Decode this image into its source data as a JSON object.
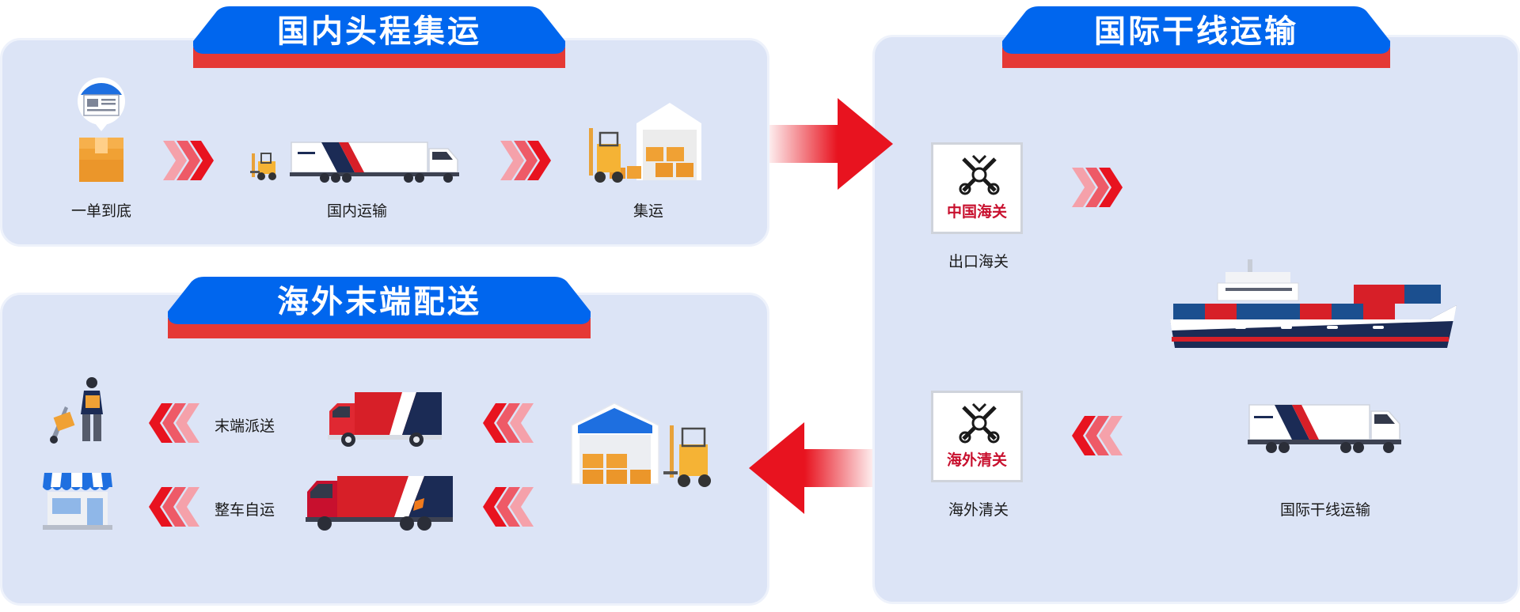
{
  "sections": {
    "domestic": {
      "title": "国内头程集运",
      "steps": [
        "一单到底",
        "国内运输",
        "集运"
      ]
    },
    "international": {
      "title": "国际干线运输",
      "steps": [
        "出口海关",
        "海外清关",
        "国际干线运输"
      ],
      "badges": [
        "中国海关",
        "海外清关"
      ]
    },
    "overseas": {
      "title": "海外末端配送",
      "steps": [
        "末端派送",
        "整车自运"
      ]
    }
  },
  "colors": {
    "tab_blue": "#0066ee",
    "tab_red": "#e53935",
    "panel": "#dce4f6",
    "arrow_red": "#e8131f",
    "chevron": "#e8131f"
  },
  "icons": [
    "document-bubble-icon",
    "parcel-icon",
    "forklift-icon",
    "semi-truck-icon",
    "warehouse-icon",
    "customs-emblem-icon",
    "cargo-ship-icon",
    "courier-icon",
    "store-icon",
    "box-truck-icon",
    "lorry-icon",
    "flow-arrow-icon",
    "chevron-icon"
  ]
}
